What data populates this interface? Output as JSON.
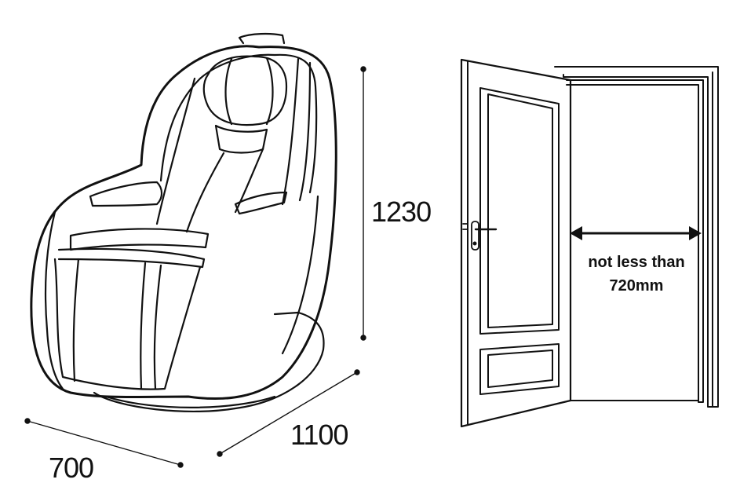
{
  "dimensions": {
    "height": "1230",
    "depth": "1100",
    "width": "700"
  },
  "door": {
    "note_line1": "not less than",
    "note_line2": "720mm"
  },
  "colors": {
    "line": "#111111",
    "background": "#ffffff"
  },
  "icons": [
    "massage-chair-icon",
    "door-icon",
    "door-handle-icon",
    "double-arrow-icon"
  ]
}
